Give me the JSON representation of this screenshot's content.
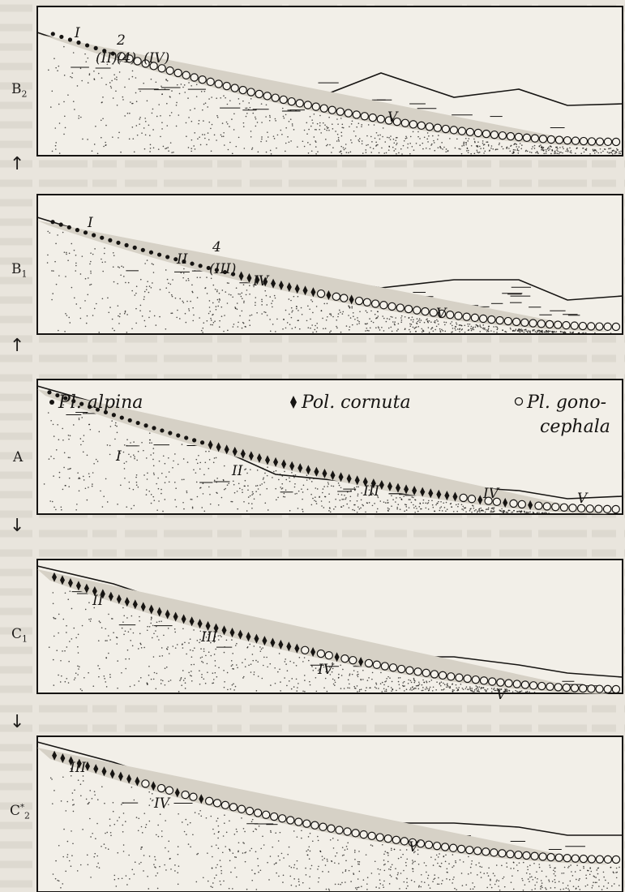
{
  "panels": [
    {
      "id": "B2",
      "label": "B",
      "sub": "2",
      "zones": [
        "I",
        "(II)",
        "2",
        "(4)",
        "(IV)",
        "V"
      ]
    },
    {
      "id": "B1",
      "label": "B",
      "sub": "1",
      "zones": [
        "I",
        "II",
        "4",
        "(III)",
        "IV",
        "V"
      ]
    },
    {
      "id": "A",
      "label": "A",
      "sub": "",
      "zones": [
        "I",
        "II",
        "III",
        "IV",
        "V"
      ]
    },
    {
      "id": "C1",
      "label": "C",
      "sub": "1",
      "zones": [
        "II",
        "III",
        "IV",
        "V"
      ]
    },
    {
      "id": "C2",
      "label": "C",
      "sub": "2",
      "sup": "*",
      "zones": [
        "III",
        "IV",
        "V"
      ]
    }
  ],
  "legend": {
    "alpina": "Pl. alpina",
    "cornuta": "Pol. cornuta",
    "gono_a": "Pl. gono-",
    "gono_b": "cephala"
  },
  "arrows": [
    "↑",
    "↑",
    "↓",
    "↓"
  ],
  "colors": {
    "ink": "#161412",
    "sediment": "#d6d1c6",
    "water": "#f2efe8",
    "paper": "#e9e5dd"
  }
}
